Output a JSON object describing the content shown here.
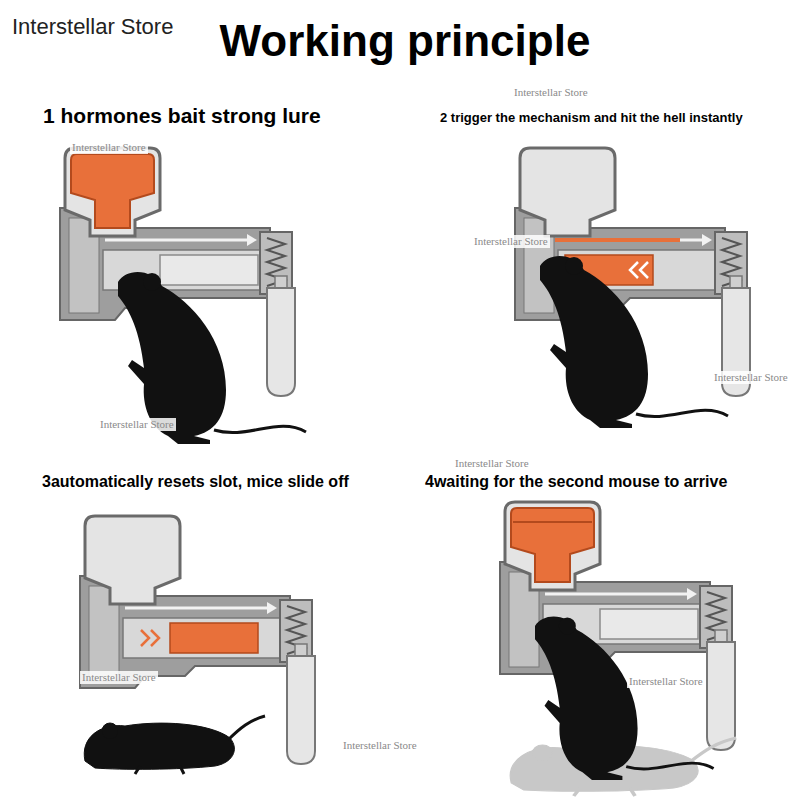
{
  "diagram": {
    "title": "Working principle",
    "labels": [
      "Interstellar Store",
      "Interstellar Store",
      "1 hormones bait strong lure",
      "2 trigger the mechanism and hit the hell instantly",
      "Interstellar Store",
      "Interstellar Store",
      "Interstellar Store",
      "Interstellar Store",
      "Interstellar Store",
      "3automatically resets slot, mice slide off",
      "4waiting for the second mouse to arrive",
      "Interstellar Store",
      "Interstellar Store",
      "Interstellar Store"
    ]
  }
}
